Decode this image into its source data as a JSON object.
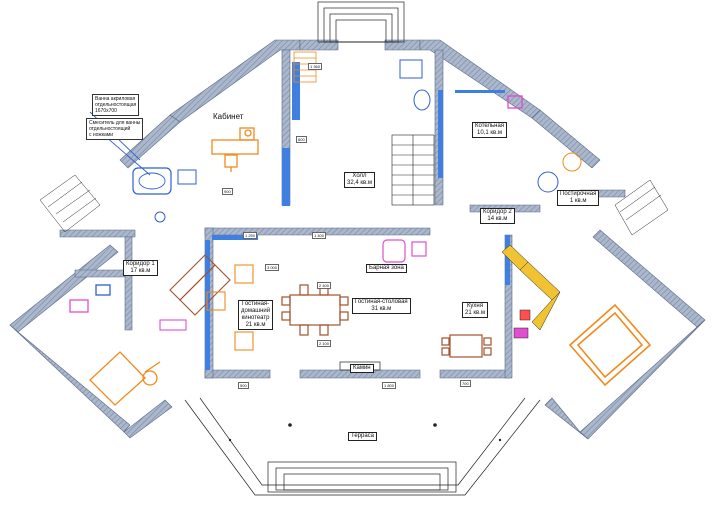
{
  "rooms": {
    "cabinet": "Кабинет",
    "hall_name": "Холл",
    "hall_area": "32,4 кв.м",
    "corridor1_name": "Коридор 1",
    "corridor1_area": "17 кв.м",
    "corridor2_name": "Коридор 2",
    "corridor2_area": "14 кв.м",
    "laundry_name": "Постирочная",
    "laundry_area": "1 кв.м",
    "boiler_name": "Котельная",
    "boiler_area": "10,1 кв.м",
    "living_name": "Гостиная-столовая",
    "living_area": "31 кв.м",
    "cinema_name": "Гостиная-",
    "cinema_name2": "домашний",
    "cinema_name3": "кинотеатр",
    "cinema_area": "21 кв.м",
    "kitchen_name": "Кухня",
    "kitchen_area": "21 кв.м",
    "bar_zone": "Барная зона",
    "fireplace": "Камин",
    "terrace": "Терраса"
  },
  "notes": {
    "bath_note_1": "Ванна акриловая",
    "bath_note_2": "отдельностоящая",
    "bath_note_3": "1670х700",
    "mixer_note_1": "Смеситель для ванны",
    "mixer_note_2": "отдельностоящий",
    "mixer_note_3": "с ножками"
  },
  "dimensions": {
    "d1": "1 360",
    "d2": "1 250",
    "d3": "600",
    "d4": "1 400",
    "d5": "2 400",
    "d6": "900",
    "d7": "1 800",
    "d8": "2 100",
    "d9": "700",
    "d10": "500",
    "d11": "3 000"
  },
  "colors": {
    "wall": "#9aa9bf",
    "wall_dark": "#6c7c96",
    "glass": "#3f7fe0",
    "furniture_orange": "#f08a1e",
    "furniture_brown": "#a0522d",
    "furniture_pink": "#e04fd0",
    "furniture_blue": "#2e5fd6",
    "kitchen_yellow": "#f1c232",
    "line": "#222222"
  }
}
